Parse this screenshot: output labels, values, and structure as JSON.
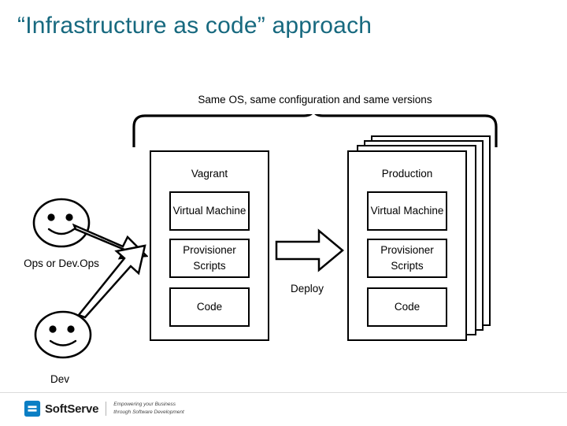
{
  "slide": {
    "title": "“Infrastructure as code” approach",
    "caption": "Same OS, same configuration and same versions",
    "deploy_label": "Deploy"
  },
  "panels": [
    {
      "name": "vagrant",
      "label": "Vagrant",
      "items": [
        "Virtual Machine",
        "Provisioner Scripts",
        "Code"
      ]
    },
    {
      "name": "production",
      "label": "Production",
      "items": [
        "Virtual Machine",
        "Provisioner Scripts",
        "Code"
      ]
    }
  ],
  "people": [
    {
      "name": "ops",
      "label": "Ops or Dev.Ops"
    },
    {
      "name": "dev",
      "label": "Dev"
    }
  ],
  "footer": {
    "brand": "SoftServe",
    "tagline_line1": "Empowering your Business",
    "tagline_line2": "through Software Development"
  },
  "colors": {
    "title": "#17697f",
    "outline": "#000000",
    "background": "#ffffff",
    "logo_mark": "#0a7ec4"
  }
}
